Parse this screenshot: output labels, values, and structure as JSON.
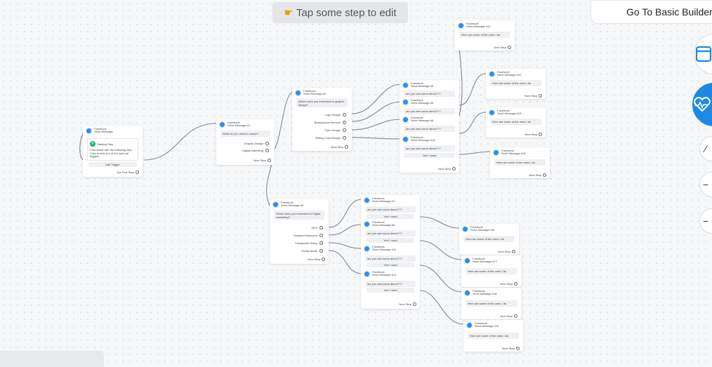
{
  "toolbar": {
    "hint": "Tap some step to edit",
    "go_basic": "Go To Basic Builder"
  },
  "nodes": {
    "start": {
      "label": "Facebook",
      "title": "Send Message",
      "trigger_title": "Starting Step",
      "trigger_desc": "Flow starts with the following step. Click to add one of the optional triggers",
      "add_trigger": "Add Trigger",
      "first_step": "The First Step"
    },
    "m1": {
      "label": "Facebook",
      "title": "Send Message #1",
      "text": "What do you want to create?",
      "buttons": [
        "Graphic Design",
        "Digital Marketing"
      ],
      "next": "Next Step"
    },
    "m2": {
      "label": "Facebook",
      "title": "Send Message #2",
      "text": "Which work you interested in graphic design?",
      "buttons": [
        "Logo Design",
        "Background Remove",
        "Flyer Design",
        "Visiting Card Design"
      ],
      "next": "Next Step"
    },
    "m9": {
      "label": "Facebook",
      "title": "Send Message #9",
      "text": "Which work you interested in Digital marketing?",
      "buttons": [
        "SEO",
        "Keyword Research",
        "Cheatsheet Setup",
        "Social Media"
      ],
      "next": "Next Step"
    },
    "stackA": {
      "items": [
        {
          "label": "Facebook",
          "title": "Send Message #3",
          "text": "are you see some demo???"
        },
        {
          "label": "Facebook",
          "title": "Send Message #5",
          "text": "are you see some demo???"
        },
        {
          "label": "Facebook",
          "title": "Send Message #6",
          "text": "are you see some demo???"
        },
        {
          "label": "Facebook",
          "title": "Send Message #14",
          "text": "are you see some demo???"
        }
      ],
      "button": "Yes! I want",
      "next": "Next Step"
    },
    "stackB": {
      "items": [
        {
          "label": "Facebook",
          "title": "Send Message #7",
          "text": "are you see some demo???"
        },
        {
          "label": "Facebook",
          "title": "Send Message #8",
          "text": "are you see some demo???"
        },
        {
          "label": "Facebook",
          "title": "Send Message #11",
          "text": "are you see some demo???"
        },
        {
          "label": "Facebook",
          "title": "Send Message #12",
          "text": "are you see some demo???"
        }
      ],
      "button": "Yes! I want",
      "next": "Next Step"
    },
    "leaves": [
      {
        "label": "Facebook",
        "title": "Send Message #12",
        "text": "Here are some of the ones I do",
        "next": "Next Step"
      },
      {
        "label": "Facebook",
        "title": "Send Message #10",
        "text": "Here are some of the ones I do",
        "next": "Next Step"
      },
      {
        "label": "Facebook",
        "title": "Send Message #13",
        "text": "Here are some of the ones I do",
        "next": "Next Step"
      },
      {
        "label": "Facebook",
        "title": "Send Message #15",
        "text": "Here are some of the ones I do",
        "next": "Next Step"
      },
      {
        "label": "Facebook",
        "title": "Send Message #16",
        "text": "Here are some of the ones I do",
        "next": "Next Step"
      },
      {
        "label": "Facebook",
        "title": "Send Message #17",
        "text": "Here are some of the ones I do",
        "next": "Next Step"
      },
      {
        "label": "Facebook",
        "title": "Send Message #18",
        "text": "Here are some of the ones I do",
        "next": "Next Step"
      },
      {
        "label": "Facebook",
        "title": "Send Message #19",
        "text": "Here are some of the ones I do",
        "next": "Next Step"
      }
    ]
  },
  "colors": {
    "accent": "#1e88e5",
    "wire": "#7d8896",
    "trigger": "#1fb46a"
  },
  "right_tools": [
    "window-icon",
    "heartbeat-icon",
    "magic-wand-icon",
    "minus-icon",
    "minus-icon"
  ]
}
